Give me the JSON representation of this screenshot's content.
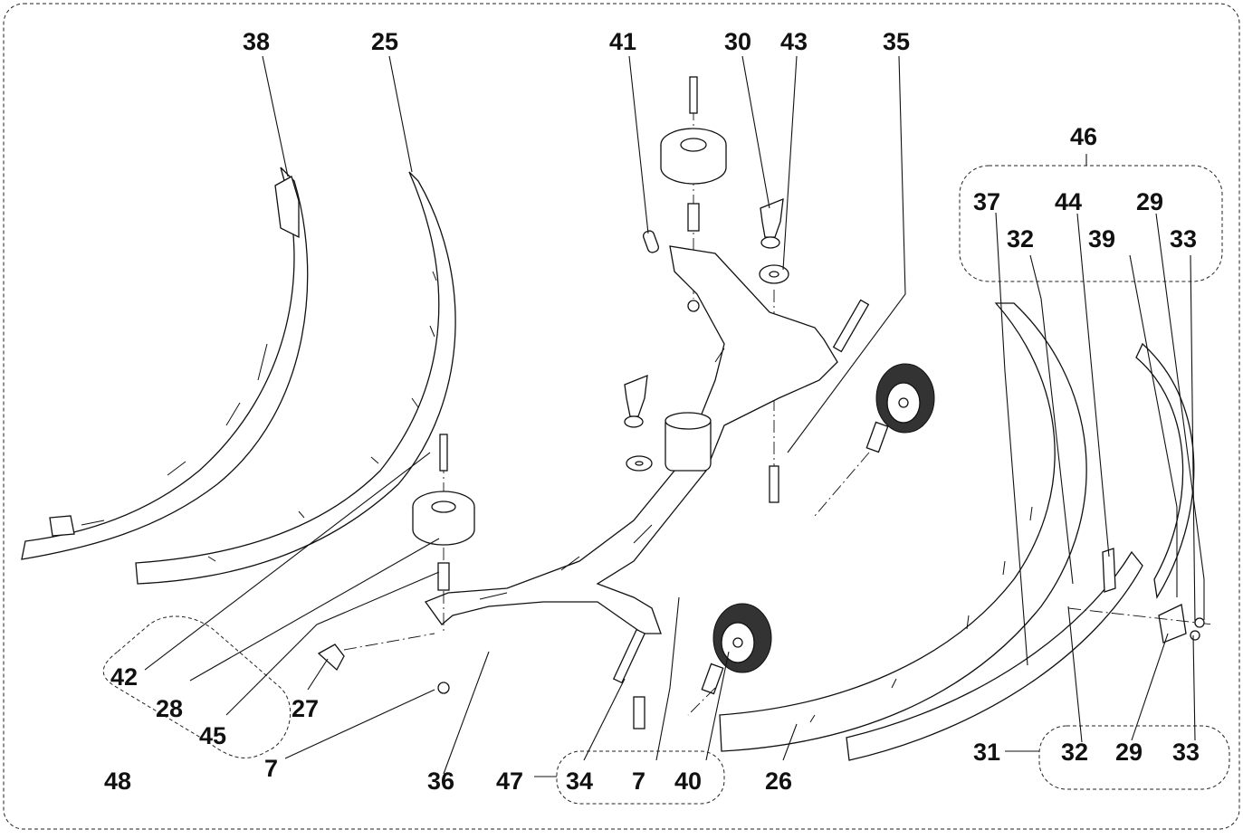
{
  "callouts": {
    "c38": "38",
    "c25": "25",
    "c41": "41",
    "c30": "30",
    "c43": "43",
    "c35": "35",
    "c46": "46",
    "c37": "37",
    "c44": "44",
    "c29a": "29",
    "c32a": "32",
    "c39": "39",
    "c33a": "33",
    "c42": "42",
    "c28": "28",
    "c45": "45",
    "c27": "27",
    "c48": "48",
    "c7a": "7",
    "c36": "36",
    "c47": "47",
    "c34": "34",
    "c7b": "7",
    "c40": "40",
    "c26": "26",
    "c31": "31",
    "c32b": "32",
    "c29b": "29",
    "c33b": "33"
  }
}
